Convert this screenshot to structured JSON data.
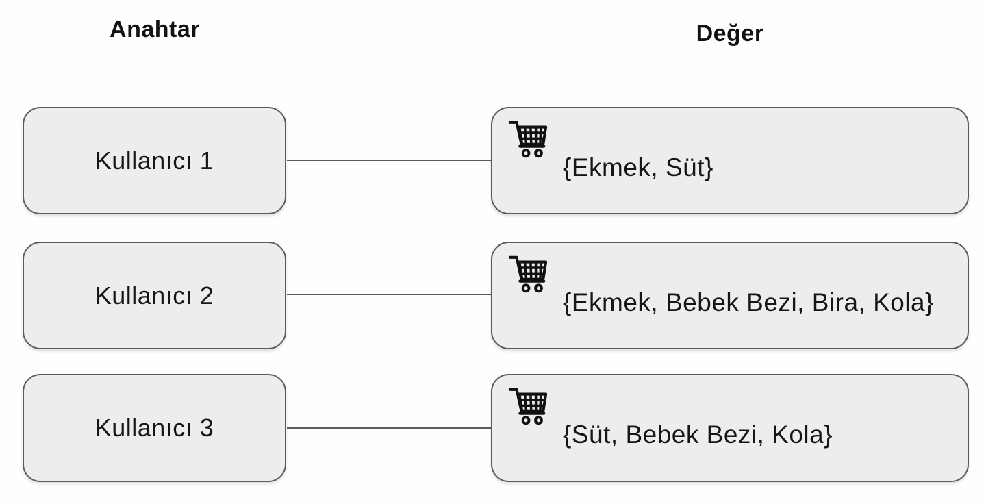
{
  "diagram": {
    "headers": {
      "left": "Anahtar",
      "right": "Değer"
    },
    "rows": [
      {
        "key": "Kullanıcı 1",
        "value": "{Ekmek, Süt}"
      },
      {
        "key": "Kullanıcı 2",
        "value": "{Ekmek, Bebek Bezi, Bira, Kola}"
      },
      {
        "key": "Kullanıcı 3",
        "value": "{Süt, Bebek Bezi, Kola}"
      }
    ],
    "icons": {
      "value_icon": "shopping-cart-icon"
    },
    "colors": {
      "background": "#ffffff",
      "box_fill": "#ededed",
      "box_border": "#5b5b5b",
      "connector": "#5b5b5b",
      "text": "#161616"
    }
  }
}
